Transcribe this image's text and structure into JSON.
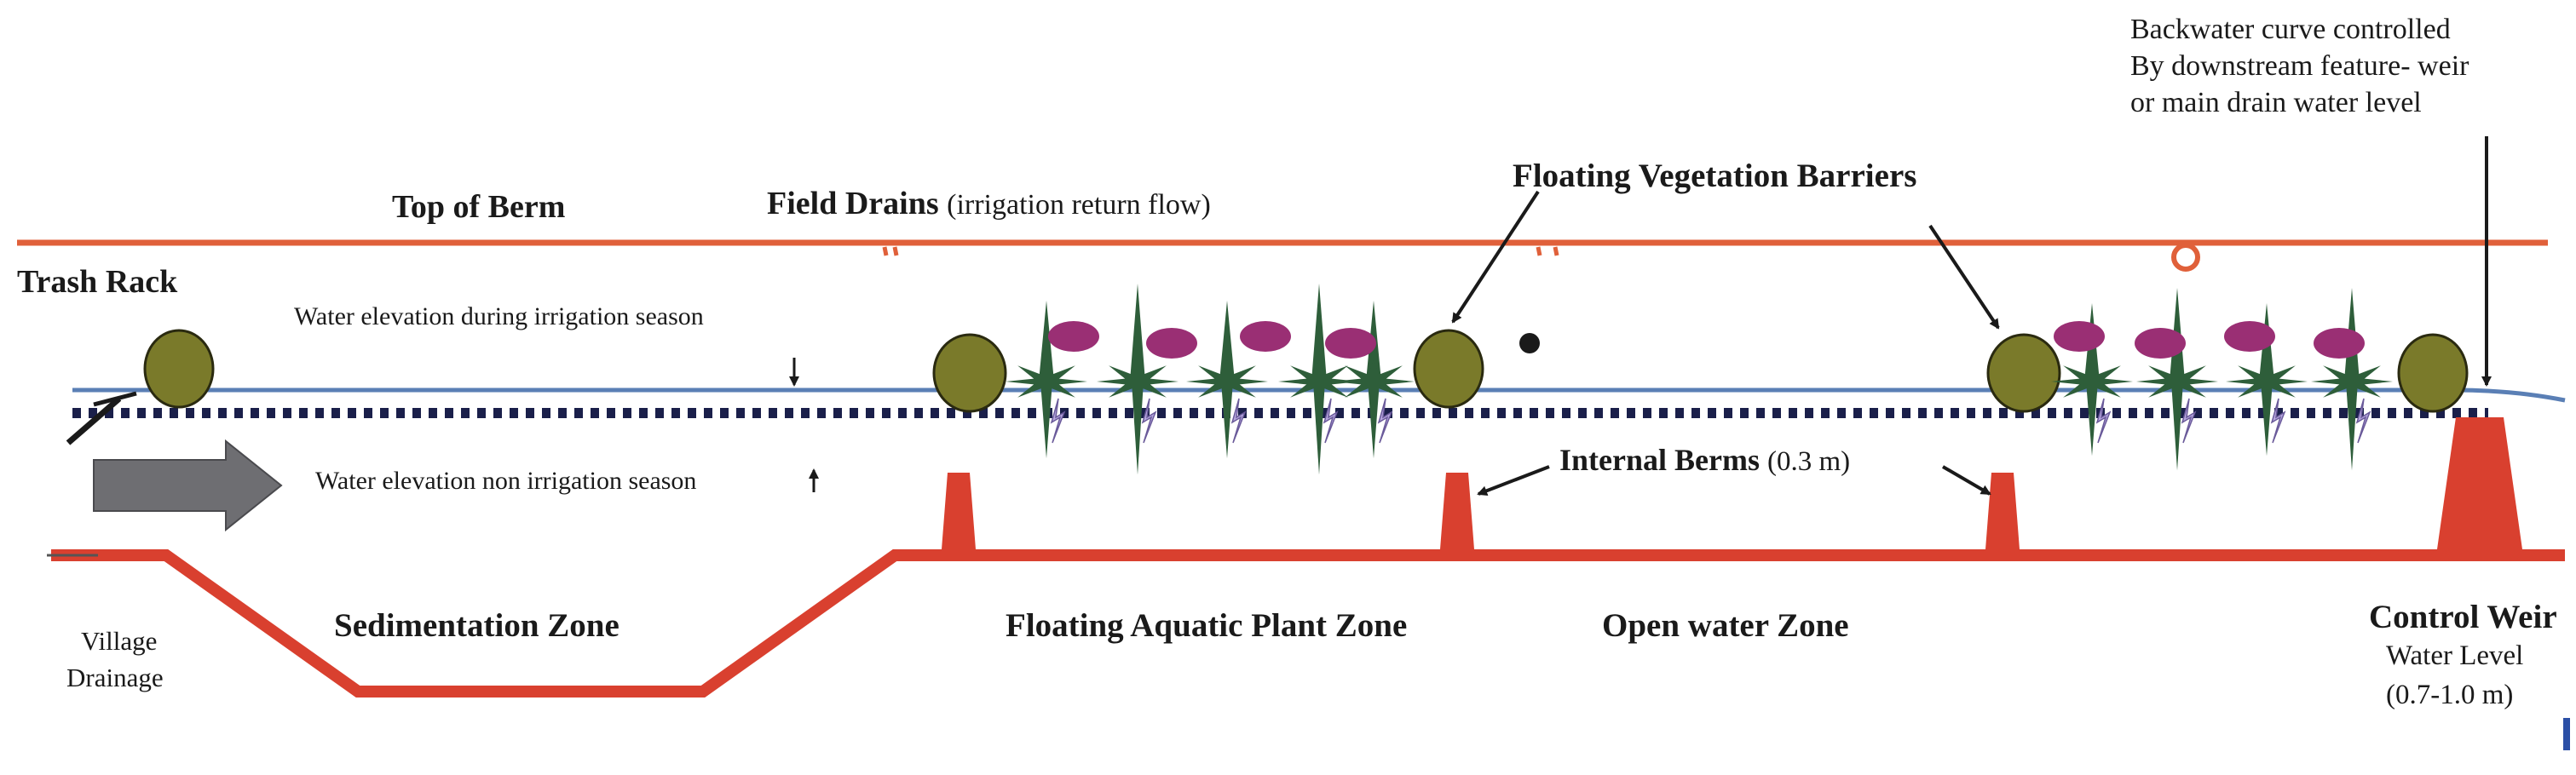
{
  "labels": {
    "backwater_note_1": "Backwater curve controlled",
    "backwater_note_2": "By downstream feature- weir",
    "backwater_note_3": "or main drain water level",
    "top_of_berm": "Top of Berm",
    "field_drains": "Field Drains",
    "field_drains_note": "(irrigation return flow)",
    "floating_vegetation_barriers": "Floating Vegetation Barriers",
    "trash_rack": "Trash Rack",
    "water_irrigation_season": "Water elevation during irrigation season",
    "water_non_irrigation_season": "Water elevation non irrigation season",
    "internal_berms": "Internal Berms",
    "internal_berms_height": "(0.3 m)",
    "village_drainage_1": "Village",
    "village_drainage_2": "Drainage",
    "sedimentation_zone": "Sedimentation Zone",
    "floating_aquatic_plant_zone": "Floating Aquatic Plant Zone",
    "open_water_zone": "Open water Zone",
    "control_weir": "Control Weir",
    "water_level": "Water Level",
    "water_level_range": "(0.7-1.0 m)"
  },
  "colors": {
    "berm": "#d9402f",
    "berm_top": "#e0603a",
    "water_line": "#5a7fb5",
    "dotted_water": "#1a1f4a",
    "barrier_fill": "#7a7a2a",
    "plant_green": "#2e5e3a",
    "plant_magenta": "#9a2f74",
    "root_lilac": "#b8a8e0",
    "flow_arrow": "#6e6e72",
    "text": "#1a1a1a"
  },
  "icons": {
    "flow_arrow": "flow-direction-arrow-icon",
    "barrier": "floating-barrier-icon",
    "plant": "floating-plant-icon",
    "trash_rack": "trash-rack-icon"
  }
}
